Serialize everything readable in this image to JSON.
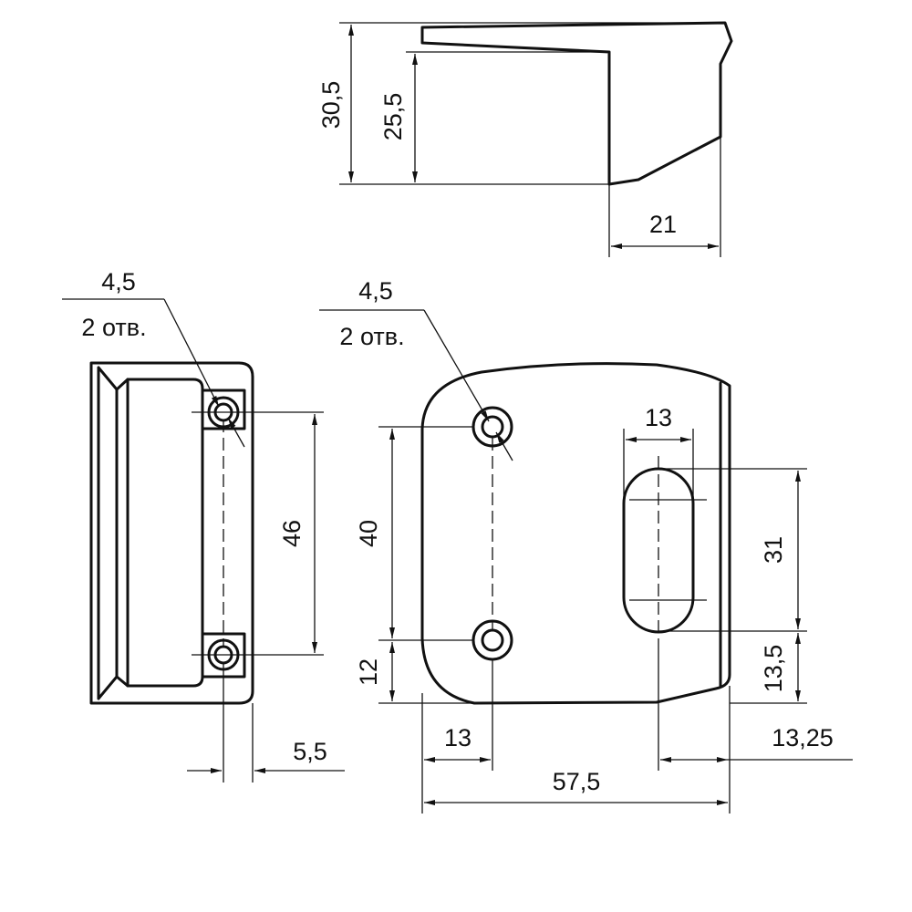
{
  "top_view": {
    "height_overall": "30,5",
    "height_inner": "25,5",
    "depth": "21"
  },
  "left_view": {
    "hole_diameter": "4,5",
    "hole_count": "2 отв.",
    "hole_spacing": "46",
    "hole_offset": "5,5"
  },
  "front_view": {
    "hole_diameter": "4,5",
    "hole_count": "2 отв.",
    "hole_spacing": "40",
    "hole_bottom_offset": "12",
    "hole_side_offset": "13",
    "slot_width": "13",
    "slot_length": "31",
    "slot_bottom_offset": "13,5",
    "slot_side_offset": "13,25",
    "overall_width": "57,5"
  }
}
